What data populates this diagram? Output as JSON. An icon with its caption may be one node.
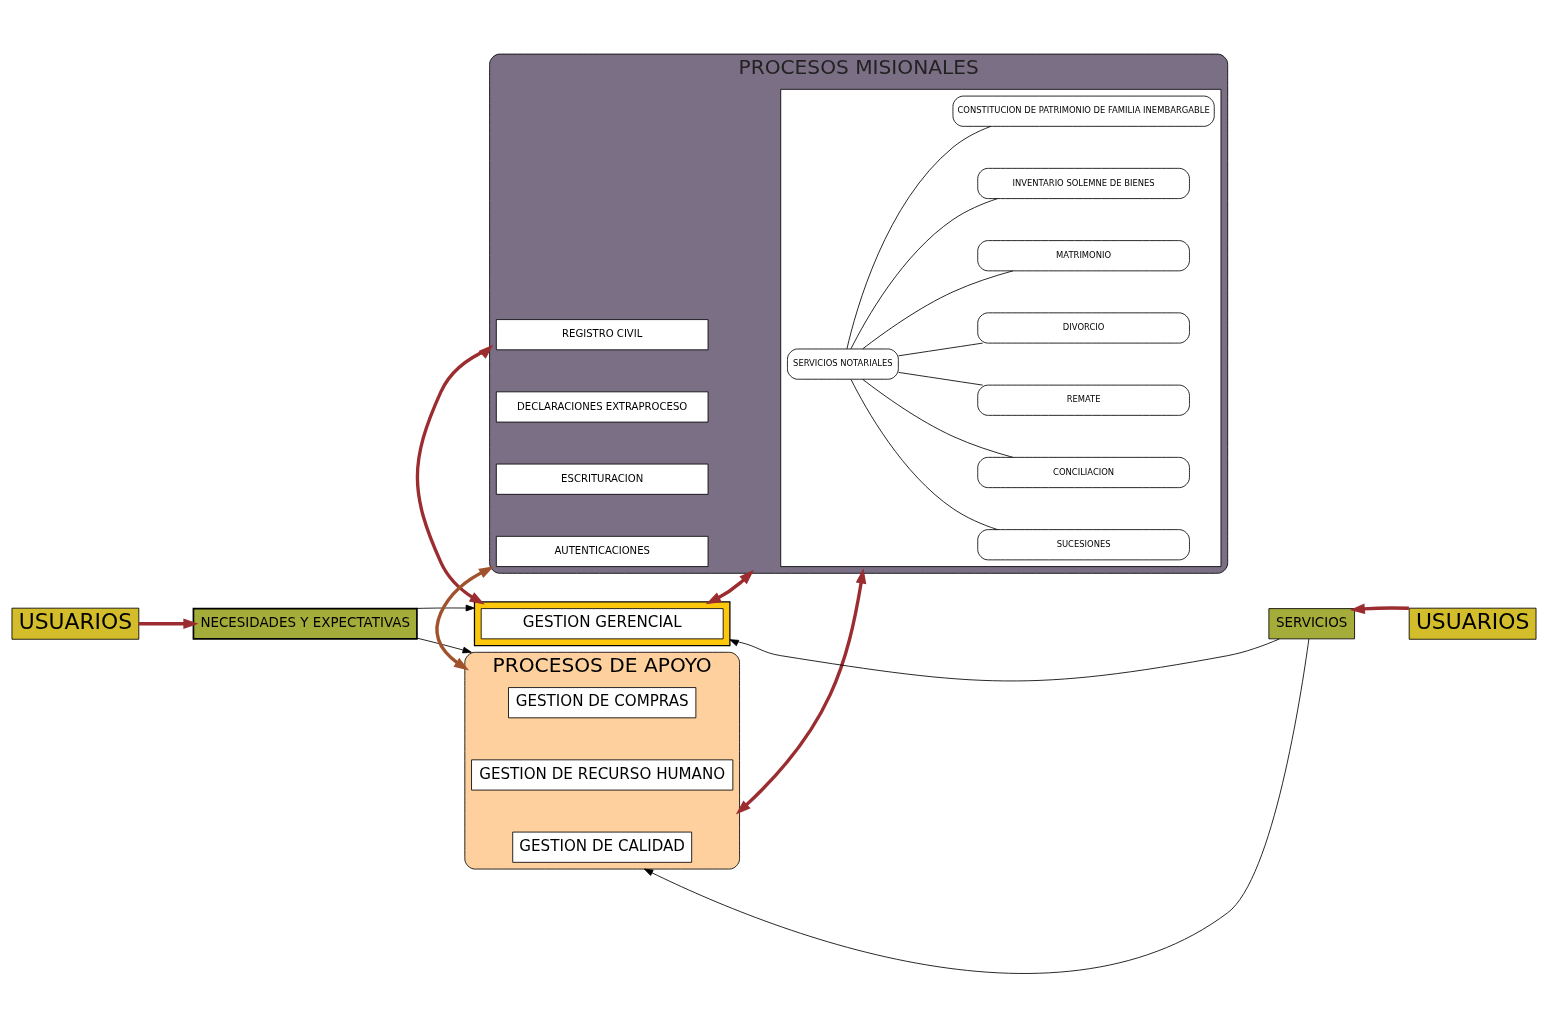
{
  "diagram": {
    "nodes": [
      {
        "text": [
          "USUARIOS"
        ]
      },
      {
        "text": [
          "NECESIDADES Y EXPECTATIVAS"
        ]
      },
      {
        "text": [],
        "shape": "box"
      },
      {
        "text": [
          "GESTION GERENCIAL"
        ],
        "in": 2
      },
      {
        "text": [
          "PROCESOS MISIONALES"
        ]
      },
      {
        "text": [
          "REGISTRO CIVIL"
        ],
        "in": 4
      },
      {
        "text": [
          "DECLARACIONES EXTRAPROCESO"
        ],
        "in": 4
      },
      {
        "text": [
          "ESCRITURACION"
        ],
        "in": 4
      },
      {
        "text": [
          "AUTENTICACIONES"
        ],
        "in": 4
      },
      {
        "text": [],
        "shape": "box",
        "in": 4
      },
      {
        "text": [
          "SERVICIOS NOTARIALES"
        ],
        "in": 9
      },
      {
        "text": [
          "SUCESIONES"
        ],
        "in": 9
      },
      {
        "text": [
          "CONCILIACION"
        ],
        "in": 9
      },
      {
        "text": [
          "REMATE"
        ],
        "in": 9
      },
      {
        "text": [
          "DIVORCIO"
        ],
        "in": 9
      },
      {
        "text": [
          "MATRIMONIO"
        ],
        "in": 9
      },
      {
        "text": [
          "INVENTARIO SOLEMNE DE BIENES"
        ],
        "in": 9
      },
      {
        "text": [
          "CONSTITUCION DE PATRIMONIO DE FAMILIA INEMBARGABLE"
        ],
        "in": 9
      },
      {
        "text": [
          "PROCESOS DE APOYO"
        ]
      },
      {
        "text": [
          "GESTION DE COMPRAS"
        ],
        "in": 18
      },
      {
        "text": [
          "GESTION DE RECURSO HUMANO"
        ],
        "in": 18
      },
      {
        "text": [
          "GESTION DE CALIDAD"
        ],
        "in": 18
      },
      {
        "text": [
          "SERVICIOS"
        ]
      },
      {
        "text": [
          "USUARIOS"
        ]
      }
    ],
    "edges": [
      {
        "from": 0,
        "to": 1,
        "arrow": "to",
        "style": "thick",
        "color": "#9b2d30"
      },
      {
        "from": 1,
        "to": 2,
        "arrow": "to"
      },
      {
        "from": 1,
        "to": 18,
        "arrow": "to"
      },
      {
        "from": 22,
        "to": 2,
        "arrow": "to"
      },
      {
        "from": 22,
        "to": 18,
        "arrow": "to"
      },
      {
        "from": 23,
        "to": 22,
        "arrow": "to",
        "style": "thick",
        "color": "#9b2d30"
      },
      {
        "from": 2,
        "to": 4,
        "arrow": "both",
        "style": "thick",
        "color": "#9b2d30"
      },
      {
        "from": 2,
        "to": 4,
        "arrow": "both",
        "style": "thick",
        "color": "#9b2d30"
      },
      {
        "from": 4,
        "to": 18,
        "arrow": "both",
        "style": "thick",
        "color": "#a0522d"
      },
      {
        "from": 4,
        "to": 18,
        "arrow": "both",
        "style": "thick",
        "color": "#9b2d30"
      },
      {
        "from": 10,
        "to": 11,
        "arrow": "none"
      },
      {
        "from": 10,
        "to": 12,
        "arrow": "none"
      },
      {
        "from": 10,
        "to": 13,
        "arrow": "none"
      },
      {
        "from": 10,
        "to": 14,
        "arrow": "none"
      },
      {
        "from": 10,
        "to": 15,
        "arrow": "none"
      },
      {
        "from": 10,
        "to": 16,
        "arrow": "none"
      },
      {
        "from": 10,
        "to": 17,
        "arrow": "none"
      }
    ]
  }
}
